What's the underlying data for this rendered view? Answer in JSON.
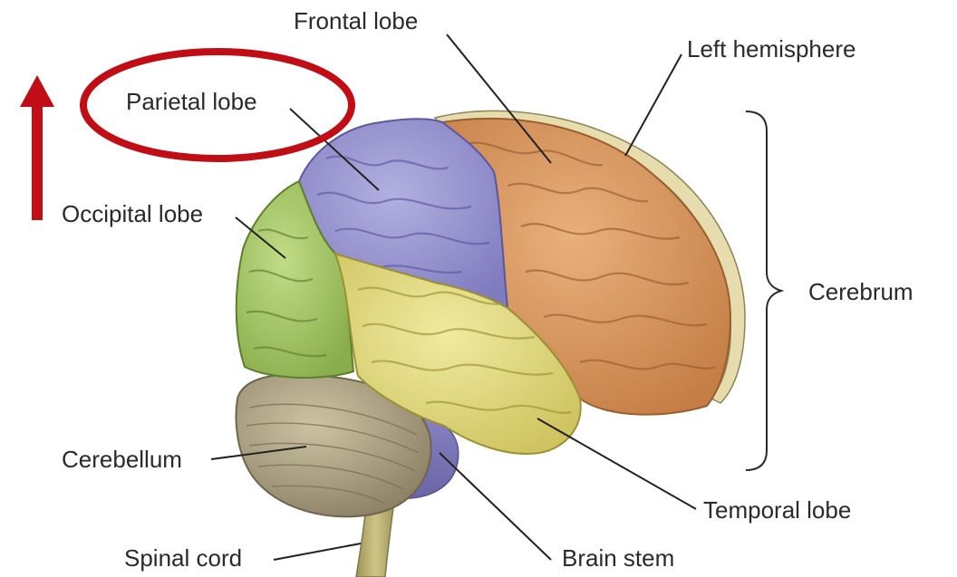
{
  "labels": {
    "frontal_lobe": "Frontal lobe",
    "left_hemisphere": "Left hemisphere",
    "parietal_lobe": "Parietal lobe",
    "occipital_lobe": "Occipital lobe",
    "cerebrum": "Cerebrum",
    "cerebellum": "Cerebellum",
    "temporal_lobe": "Temporal lobe",
    "spinal_cord": "Spinal cord",
    "brain_stem": "Brain stem"
  },
  "colors": {
    "frontal": "#d9955f",
    "parietal": "#9b98d2",
    "occipital": "#a9c86a",
    "temporal": "#e3dc84",
    "cerebellum": "#b4a98a",
    "brainstem": "#7c78b4",
    "spinal": "#b7ad6c",
    "hemisphere_edge": "#e6dcae",
    "highlight": "#c00d16",
    "leader": "#222222"
  }
}
